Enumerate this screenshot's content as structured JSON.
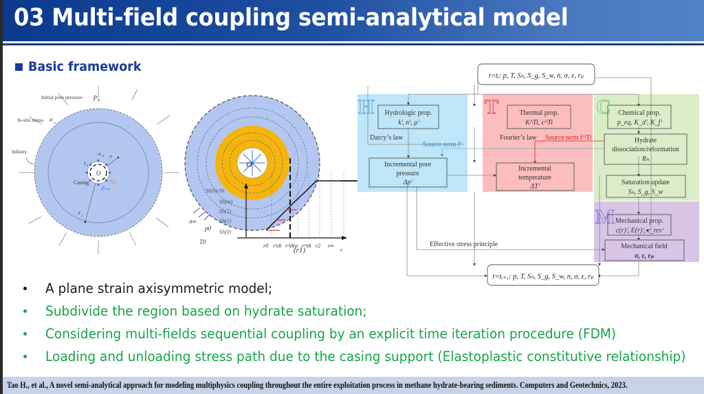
{
  "slide": {
    "title": "03 Multi-field coupling semi-analytical model",
    "section_heading": "Basic framework",
    "bullets": [
      {
        "text": "A plane strain axisymmetric model;",
        "color": "#1a1a1a"
      },
      {
        "text": "Subdivide the region based on hydrate saturation;",
        "color": "#16a34a"
      },
      {
        "text": "Considering multi-fields sequential coupling by an explicit time iteration procedure (FDM)",
        "color": "#16a34a"
      },
      {
        "text": "Loading and unloading stress path due to the casing support (Elastoplastic constitutive relationship)",
        "color": "#16a34a"
      }
    ],
    "citation": "Tao H., et al., A novel semi-analytical approach for modeling multiphysics coupling throughout the entire exploitation process in methane hydrate-bearing sediments. Computers and Geotechnics, 2023."
  },
  "figure_left": {
    "labels": {
      "initial_pore_pressure": "Initial pore pressure",
      "p_inf": "p",
      "p_inf_sub": "∞",
      "insitu_stress": "In-situ stress",
      "sigma_inf": "σ",
      "sigma_inf_sub": "∞",
      "infinity": "Infinity",
      "casing": "Casing",
      "u0": "u",
      "u0_sub": "0",
      "r": "r",
      "r0": "r",
      "r0_sub": "0",
      "origin": "O",
      "qw": "Q",
      "qw_sub": "w",
      "pwell": "p",
      "pwell_sub": "well",
      "r2": "r",
      "r2_sub": "2"
    },
    "colors": {
      "domain": "#b3c6ef",
      "flux": "#e07a3a",
      "pwell": "#3a6fd0"
    }
  },
  "figure_middle": {
    "labels": {
      "sigma_inf": "σ∞",
      "p0": "p0",
      "T0": "T0",
      "center": "O",
      "axis_r": "r",
      "sh_levels": [
        "Sh(0)/Sh",
        "Sh(m)",
        "Sh(2)",
        "Sh(1)",
        "Sh(0)"
      ],
      "r_ticks": [
        "r0",
        "r¹sh",
        "r²sh",
        "rp",
        "rᵐsh",
        "r2",
        "r∞"
      ],
      "r1_paren": "(r1)"
    },
    "colors": {
      "domain": "#b3c6ef",
      "hydrate_zone": "#f5b40c",
      "step": "#e0383d"
    }
  },
  "flowchart": {
    "top_state": "t=tᵢ: p, T, Sₕ, S_g, S_w, n, σ, ε, rₚ",
    "bottom_state": "t=tᵢ₊₁: p, T, Sₕ, S_g, S_w, n, σ, ε, rₚ",
    "regions": [
      {
        "letter": "H",
        "color": "#bfe5f8",
        "letter_color": "#6cb8e8"
      },
      {
        "letter": "T",
        "color": "#fbbdbd",
        "letter_color": "#e56b6b"
      },
      {
        "letter": "C",
        "color": "#dbecc8",
        "letter_color": "#8fcf94"
      },
      {
        "letter": "M",
        "color": "#d9c5e6",
        "letter_color": "#9b8ad8"
      }
    ],
    "boxes": {
      "hydro": {
        "title": "Hydrologic prop.",
        "vars": "kⁱ, nⁱ, μⁱ"
      },
      "thermal": {
        "title": "Thermal prop.",
        "vars": "K^Ti, c^Ti"
      },
      "chemical": {
        "title": "Chemical prop.",
        "vars": "p_eq, K_dⁱ, K_fⁱ"
      },
      "dissociation": {
        "title1": "Hydrate",
        "title2": "dissociation/reformation",
        "vars": "Rₕ"
      },
      "pore": {
        "title1": "Incremental pore",
        "title2": "pressure",
        "vars": "Δpⁱ"
      },
      "temp": {
        "title1": "Incremental",
        "title2": "temperature",
        "vars": "ΔTⁱ"
      },
      "saturation": {
        "title": "Saturation update",
        "vars": "Sₕ, S_g, S_w"
      },
      "mech_prop": {
        "title": "Mechanical prop.",
        "vars": "c(r)ⁱ, E(r)ⁱ, c_resⁱ"
      },
      "mech_field": {
        "title": "Mechanical field",
        "vars": "σ, ε, rₚ"
      }
    },
    "annotations": {
      "darcy": "Darcy’s law",
      "fourier": "Fourier’s law",
      "source_hydro": "Source term fⁱ",
      "source_thermal": "Source term f^Ti",
      "effective_stress": "Effective stress principle"
    },
    "colors": {
      "source_hydro": "#2b8fd6",
      "source_thermal": "#e11d1d",
      "line": "#8a8a8a",
      "box_border": "#4a5a55"
    }
  }
}
